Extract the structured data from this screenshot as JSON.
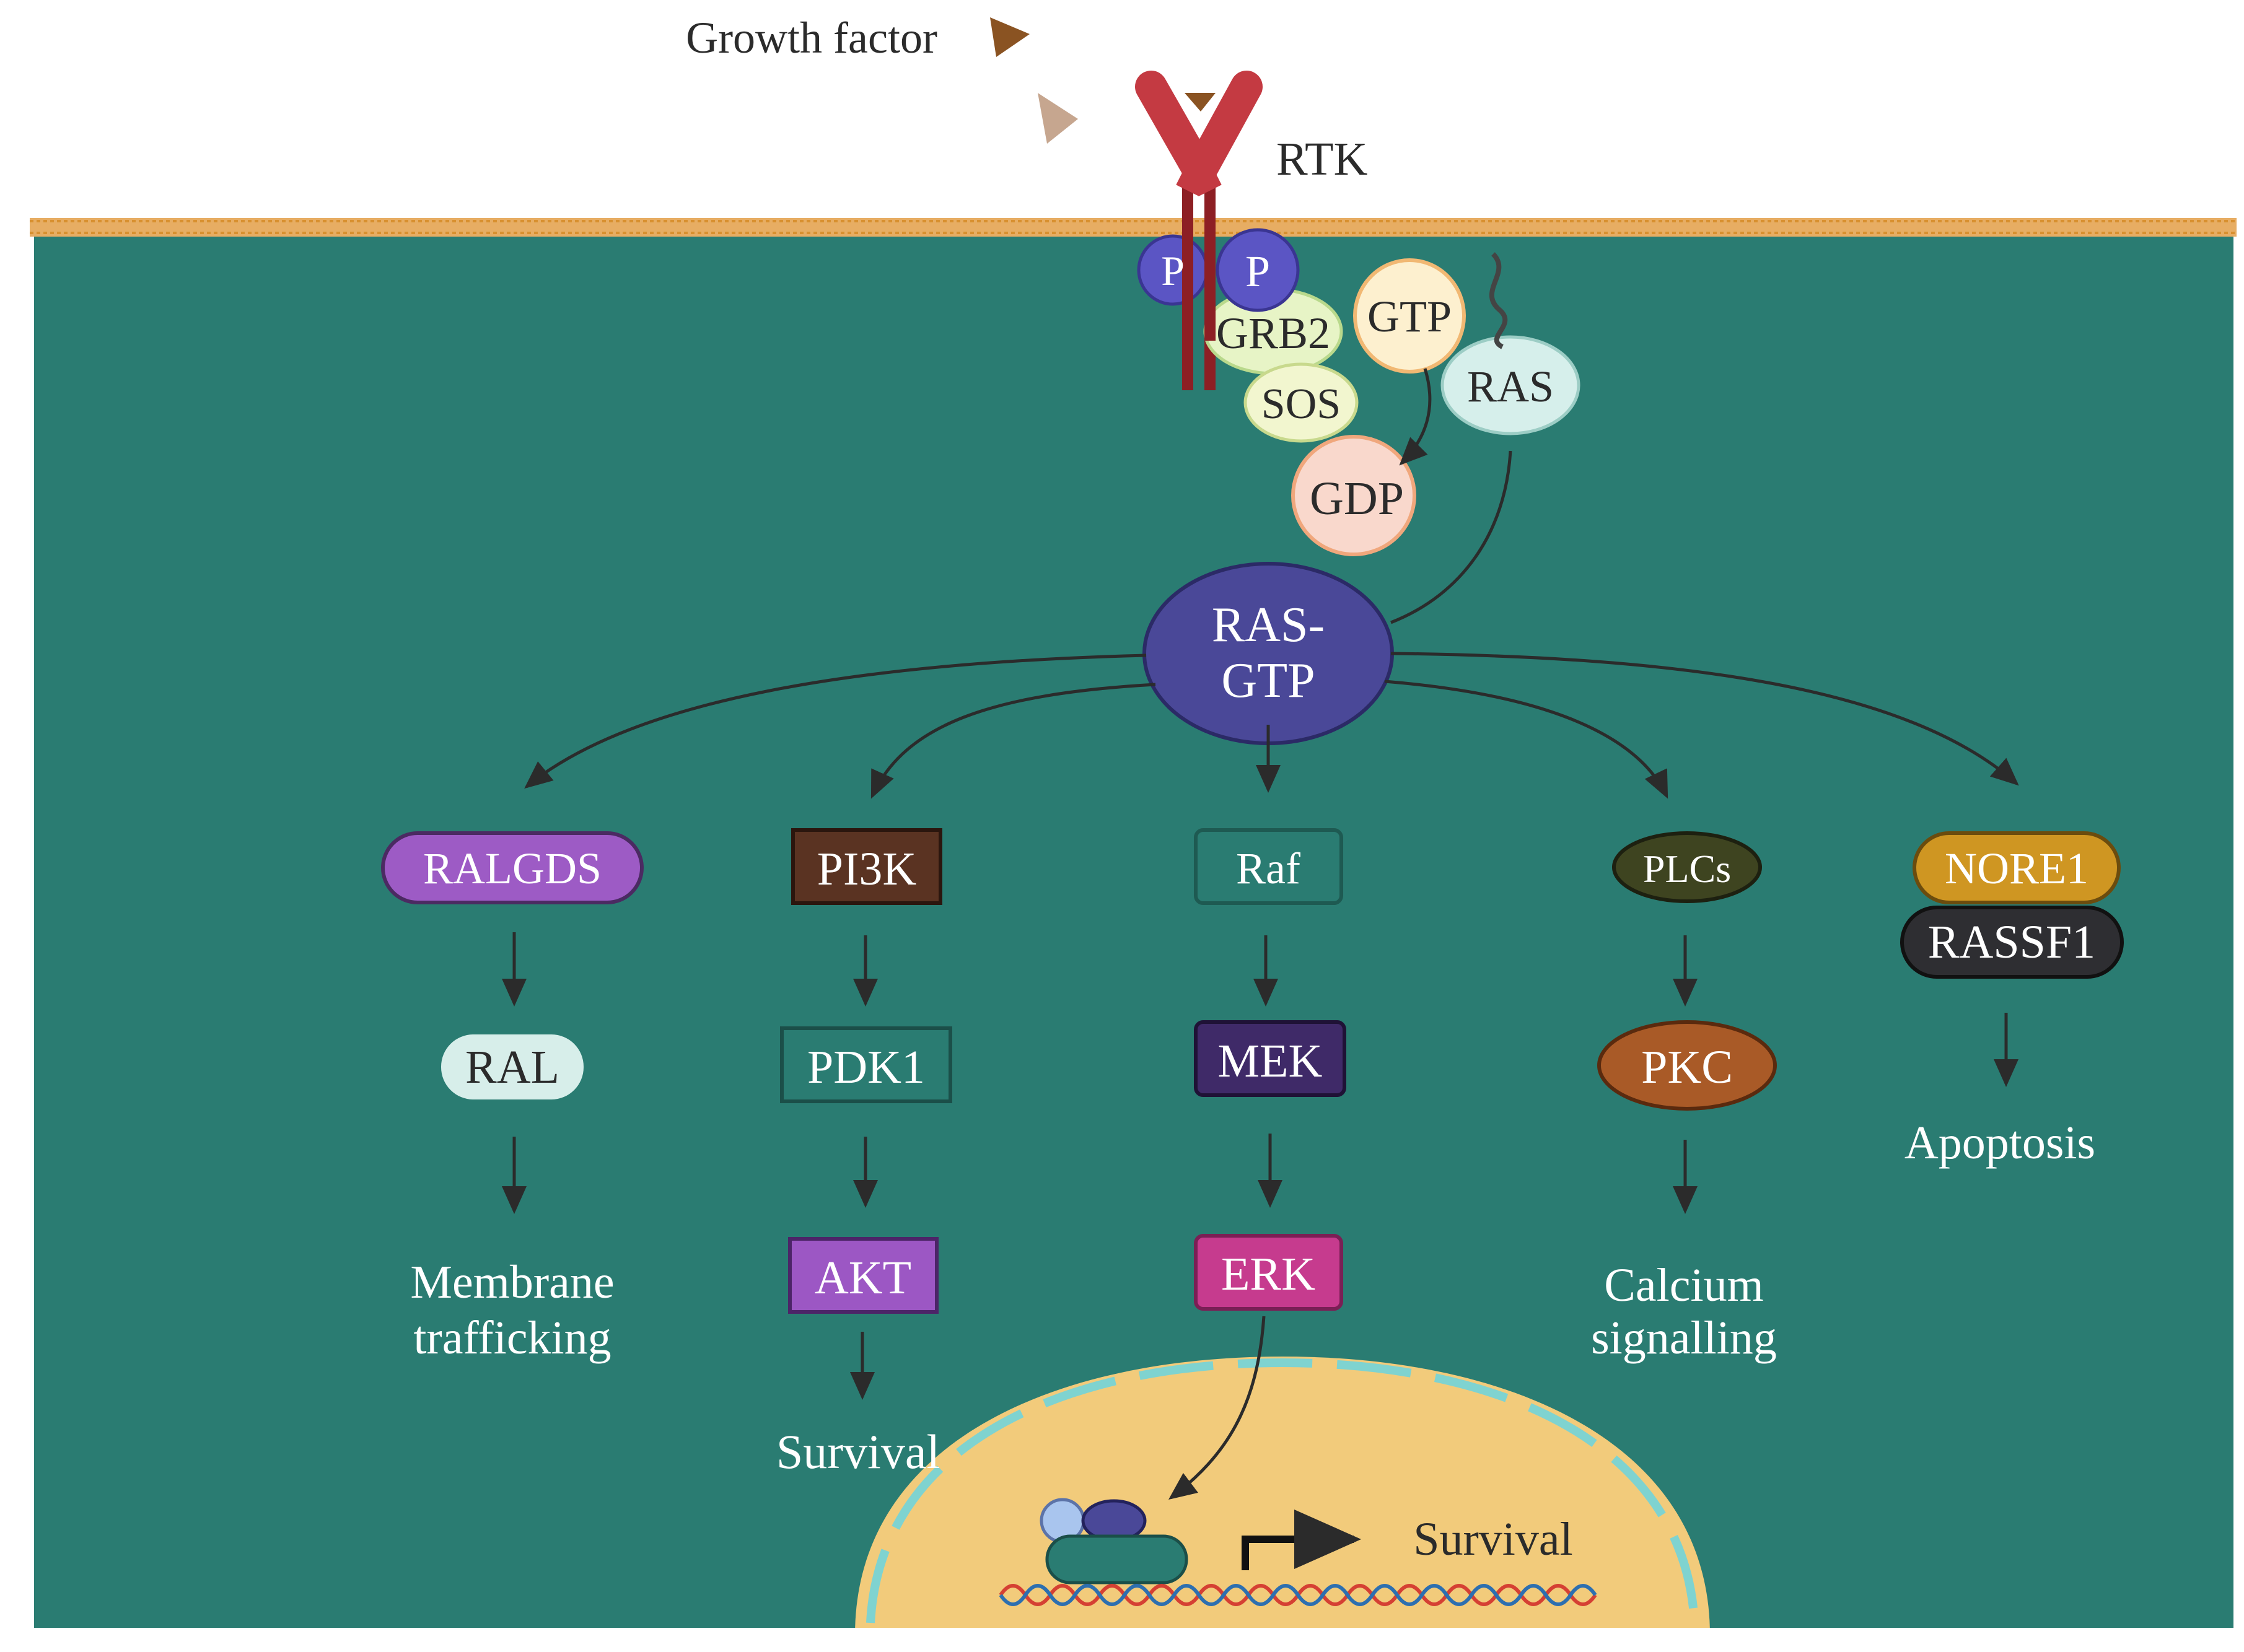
{
  "colors": {
    "cell": "#2a7c72",
    "membrane": "#e7ad63",
    "membrane_line": "#d8902f",
    "nucleus": "#f2cb7b",
    "nucleus_border": "#7fd3d0",
    "arrow_dark": "#2b2b2b",
    "receptor": "#c43a42",
    "receptor_dark": "#8d1f24",
    "ligand": "#8a5322",
    "ligand_light": "#c6a68f",
    "phosphate": "#5b55c4",
    "grb2": "#e7f4c6",
    "sos": "#f2f6cf",
    "gtp": "#fdf0cf",
    "gdp": "#f9d8cc",
    "ras": "#d6efeb",
    "rasgtp": "#4a4898",
    "ralgds": "#9d5bc5",
    "ral": "#d7eeea",
    "pi3k": "#5a3322",
    "pdk1": "#2a7c72",
    "akt": "#9c57c4",
    "raf": "#2a7c72",
    "mek": "#3f2a68",
    "erk": "#c63b8e",
    "plcs": "#3e4420",
    "pkc": "#a95a27",
    "nore1": "#cf9622",
    "rassf1": "#2e2e32",
    "dna_red": "#d54033",
    "dna_blue": "#2d6fb0"
  },
  "labels": {
    "growth_factor": "Growth factor",
    "rtk": "RTK",
    "p_left": "P",
    "p_right": "P",
    "grb2": "GRB2",
    "sos": "SOS",
    "gtp": "GTP",
    "gdp": "GDP",
    "ras": "RAS",
    "ras_gtp_line1": "RAS-",
    "ras_gtp_line2": "GTP"
  },
  "pathways": {
    "ralgds": {
      "node1": "RALGDS",
      "node2": "RAL",
      "outcome_line1": "Membrane",
      "outcome_line2": "trafficking"
    },
    "pi3k": {
      "node1": "PI3K",
      "node2": "PDK1",
      "node3": "AKT",
      "outcome": "Survival"
    },
    "raf": {
      "node1": "Raf",
      "node2": "MEK",
      "node3": "ERK"
    },
    "plcs": {
      "node1": "PLCs",
      "node2": "PKC",
      "outcome_line1": "Calcium",
      "outcome_line2": "signalling"
    },
    "nore1": {
      "node1": "NORE1",
      "node2": "RASSF1",
      "outcome": "Apoptosis"
    }
  },
  "nucleus": {
    "outcome": "Survival"
  },
  "icons": [
    "growth-factor-triangle",
    "rtk-receptor",
    "phosphate-circle",
    "transcription-complex",
    "transcription-start-arrow",
    "dna-helix"
  ]
}
